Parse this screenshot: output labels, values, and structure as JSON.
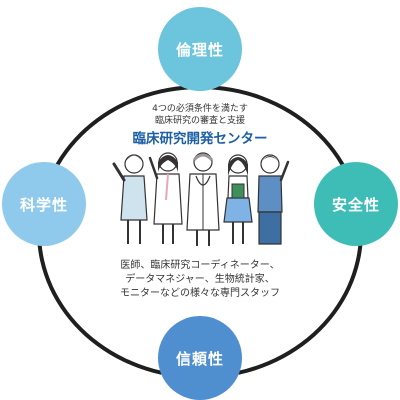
{
  "nodes": {
    "top": "倫理性",
    "left": "科学性",
    "right": "安全性",
    "bottom": "信頼性"
  },
  "center": {
    "intro_line1": "4つの必須条件を満たす",
    "intro_line2": "臨床研究の審査と支援",
    "title": "臨床研究開発センター",
    "desc_line1": "医師、臨床研究コーディネーター、",
    "desc_line2": "データマネジャー、生物統計家、",
    "desc_line3": "モニターなどの様々な専門スタッフ"
  },
  "colors": {
    "top": "#6cc5dd",
    "left": "#8fc9ec",
    "right": "#3ebdb6",
    "bottom": "#4f8fd0",
    "title": "#1c5fa6"
  }
}
